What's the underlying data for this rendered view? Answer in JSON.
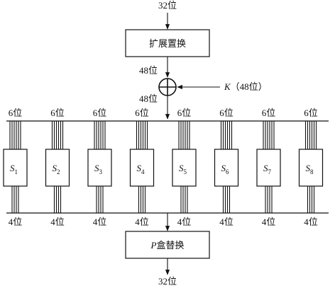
{
  "input_label": "32位",
  "expansion_label": "扩展置换",
  "bits_48_before_xor": "48位",
  "bits_48_after_xor": "48位",
  "key_var": "K",
  "key_bits": "（48位）",
  "sbox_input_label": "6位",
  "sbox_output_label": "4位",
  "sboxes": [
    {
      "name": "S",
      "sub": "1"
    },
    {
      "name": "S",
      "sub": "2"
    },
    {
      "name": "S",
      "sub": "3"
    },
    {
      "name": "S",
      "sub": "4"
    },
    {
      "name": "S",
      "sub": "5"
    },
    {
      "name": "S",
      "sub": "6"
    },
    {
      "name": "S",
      "sub": "7"
    },
    {
      "name": "S",
      "sub": "8"
    }
  ],
  "pbox_var": "P",
  "pbox_rest": "盒替换",
  "output_label": "32位"
}
